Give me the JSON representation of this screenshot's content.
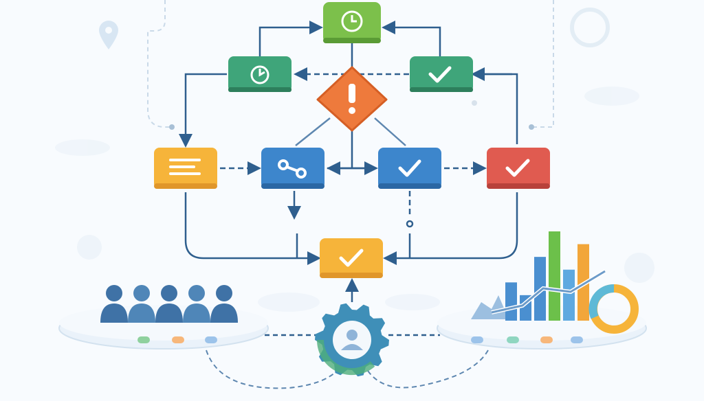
{
  "colors": {
    "green": "#3fa57a",
    "lime_green": "#7cc04b",
    "orange": "#ee7a3c",
    "yellow": "#f6b43a",
    "blue": "#3d86cc",
    "red": "#e05b50",
    "connector": "#2f5f8e",
    "background": "#f8fbfe"
  },
  "nodes": [
    {
      "id": "clock",
      "icon": "clock-icon",
      "color": "lime_green"
    },
    {
      "id": "timer",
      "icon": "timer-icon",
      "color": "green"
    },
    {
      "id": "approved",
      "icon": "check-icon",
      "color": "green"
    },
    {
      "id": "alert",
      "icon": "exclamation-icon",
      "color": "orange",
      "shape": "diamond"
    },
    {
      "id": "document",
      "icon": "list-icon",
      "color": "yellow"
    },
    {
      "id": "link",
      "icon": "link-icon",
      "color": "blue"
    },
    {
      "id": "verify",
      "icon": "check-icon",
      "color": "blue"
    },
    {
      "id": "final",
      "icon": "check-icon",
      "color": "red"
    },
    {
      "id": "merge",
      "icon": "check-icon",
      "color": "yellow"
    }
  ],
  "hub": {
    "icon": "gear-icon"
  },
  "left_platform": {
    "icon": "people-icon",
    "count": 5
  },
  "right_platform": {
    "icon": "bar-chart-icon",
    "bars": [
      {
        "value": 3,
        "color": "#4a8fd0"
      },
      {
        "value": 2,
        "color": "#4a8fd0"
      },
      {
        "value": 5,
        "color": "#4a8fd0"
      },
      {
        "value": 7,
        "color": "#6cc04a"
      },
      {
        "value": 4,
        "color": "#5ea9e0"
      },
      {
        "value": 6,
        "color": "#f2a63a"
      }
    ]
  }
}
